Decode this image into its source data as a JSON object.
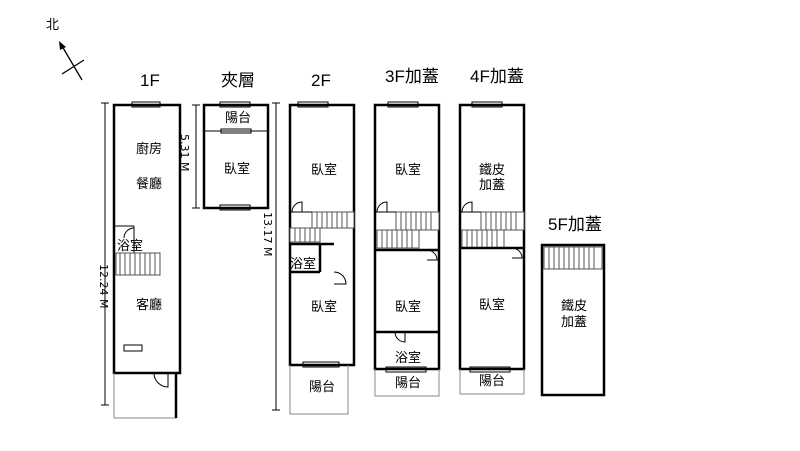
{
  "compass": {
    "label": "北"
  },
  "floors": {
    "f1": {
      "title": "1F",
      "dim": "12.24 M",
      "rooms": {
        "kitchen": "廚房",
        "dining": "餐廳",
        "bath": "浴室",
        "living": "客廳"
      }
    },
    "mezz": {
      "title": "夾層",
      "dim": "5.31 M",
      "rooms": {
        "balcony": "陽台",
        "bedroom": "臥室"
      }
    },
    "f2": {
      "title": "2F",
      "dim": "13.17 M",
      "rooms": {
        "bedroom1": "臥室",
        "bath": "浴室",
        "bedroom2": "臥室",
        "balcony": "陽台"
      }
    },
    "f3": {
      "title": "3F加蓋",
      "rooms": {
        "bedroom1": "臥室",
        "bedroom2": "臥室",
        "bath": "浴室",
        "balcony": "陽台"
      }
    },
    "f4": {
      "title": "4F加蓋",
      "rooms": {
        "iron1": "鐵皮",
        "iron2": "加蓋",
        "bedroom": "臥室",
        "balcony": "陽台"
      }
    },
    "f5": {
      "title": "5F加蓋",
      "rooms": {
        "iron1": "鐵皮",
        "iron2": "加蓋"
      }
    }
  }
}
